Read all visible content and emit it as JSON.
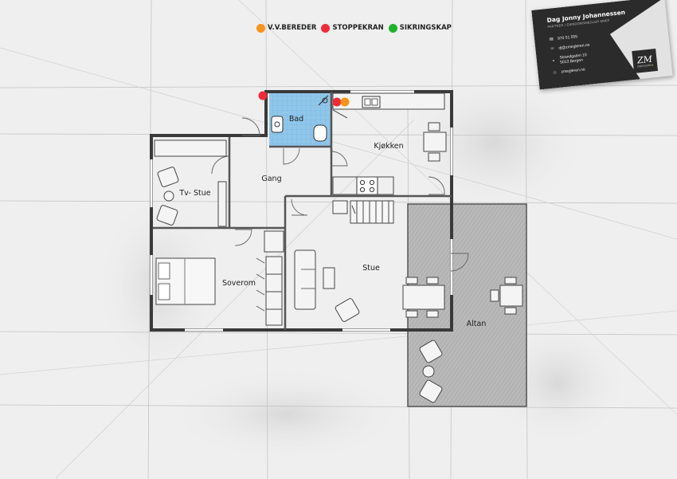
{
  "legend": [
    {
      "label": "V.V.BEREDER",
      "color": "#f7941d"
    },
    {
      "label": "STOPPEKRAN",
      "color": "#ef2b3a"
    },
    {
      "label": "SIKRINGSKAP",
      "color": "#1fb32a"
    }
  ],
  "rooms": {
    "bad": "Bad",
    "kjokken": "Kjøkken",
    "gang": "Gang",
    "tv_stue": "Tv- Stue",
    "soverom": "Soverom",
    "stue": "Stue",
    "altan": "Altan"
  },
  "colors": {
    "bathroom_fill": "#8fc6ea",
    "wall": "#3a3a3a",
    "card_dark": "#2b2b2b"
  },
  "card": {
    "name": "Dag Jonny Johannessen",
    "title": "PARTNER / EIENDOMSMEGLER MNEF",
    "phone": "970 51 555",
    "email": "dj@zmegleren.no",
    "address_line1": "Strandgaten 10",
    "address_line2": "5013 Bergen",
    "website": "zmegleren.no",
    "logo_sub": "ZMEGLEREN"
  }
}
